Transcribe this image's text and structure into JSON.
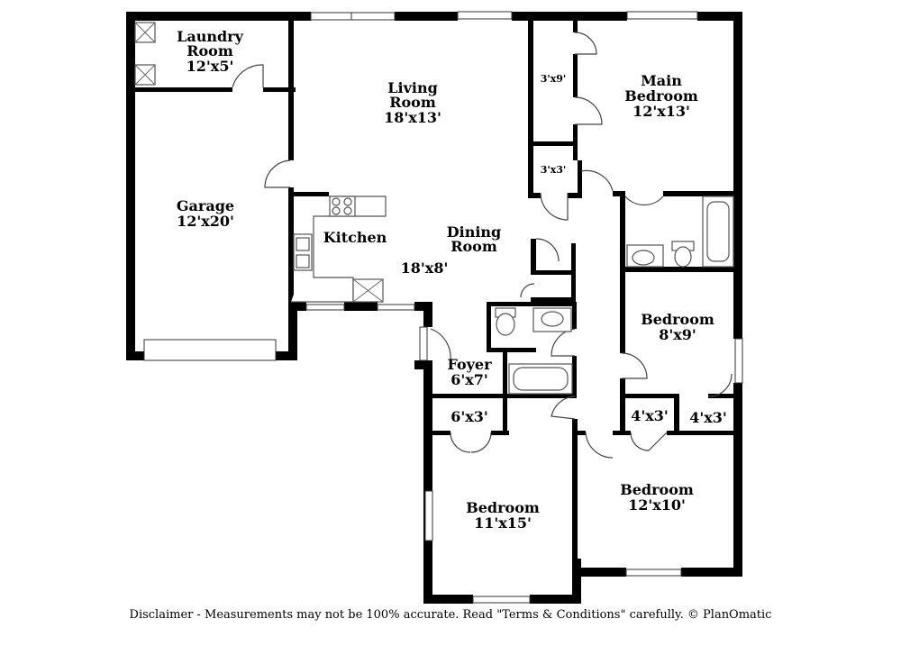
{
  "rooms": {
    "laundry": {
      "name_1": "Laundry",
      "name_2": "Room",
      "dims": "12'x5'"
    },
    "living": {
      "name_1": "Living",
      "name_2": "Room",
      "dims": "18'x13'"
    },
    "main_bedroom": {
      "name_1": "Main",
      "name_2": "Bedroom",
      "dims": "12'x13'"
    },
    "closet_main_1": {
      "dims": "3'x9'"
    },
    "closet_main_2": {
      "dims": "3'x3'"
    },
    "garage": {
      "name": "Garage",
      "dims": "12'x20'"
    },
    "kitchen": {
      "name": "Kitchen"
    },
    "dining": {
      "name_1": "Dining",
      "name_2": "Room"
    },
    "kitchen_dining": {
      "dims": "18'x8'"
    },
    "bedroom_small": {
      "name": "Bedroom",
      "dims": "8'x9'"
    },
    "foyer": {
      "name": "Foyer",
      "dims": "6'x7'"
    },
    "closet_foyer": {
      "dims": "6'x3'"
    },
    "closet_left": {
      "dims": "4'x3'"
    },
    "closet_right": {
      "dims": "4'x3'"
    },
    "bedroom_left": {
      "name": "Bedroom",
      "dims": "11'x15'"
    },
    "bedroom_right": {
      "name": "Bedroom",
      "dims": "12'x10'"
    }
  },
  "footer": {
    "disclaimer": "Disclaimer - Measurements may not be 100% accurate. Read \"Terms & Conditions\" carefully. © PlanOmatic"
  }
}
